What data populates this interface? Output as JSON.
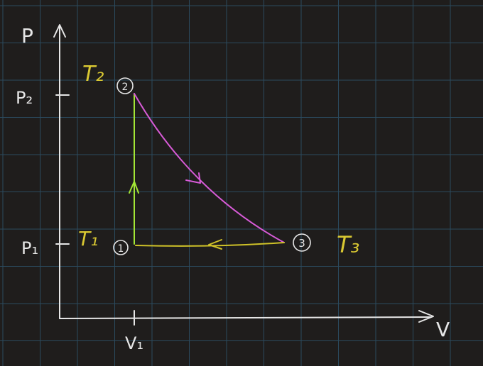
{
  "diagram": {
    "axes": {
      "y_label": "P",
      "x_label": "V"
    },
    "ticks": {
      "p2": "P₂",
      "p1": "P₁",
      "v1": "V₁"
    },
    "states": [
      {
        "id": "1",
        "temp": "T₁"
      },
      {
        "id": "2",
        "temp": "T₂"
      },
      {
        "id": "3",
        "temp": "T₃"
      }
    ],
    "colors": {
      "background": "#1f1d1c",
      "grid": "#2b4a5e",
      "axes": "#e6e6e6",
      "isochoric": "#a3e635",
      "isotherm": "#d85bd8",
      "isobaric": "#cfc228",
      "temperature_labels": "#d9c832"
    }
  }
}
